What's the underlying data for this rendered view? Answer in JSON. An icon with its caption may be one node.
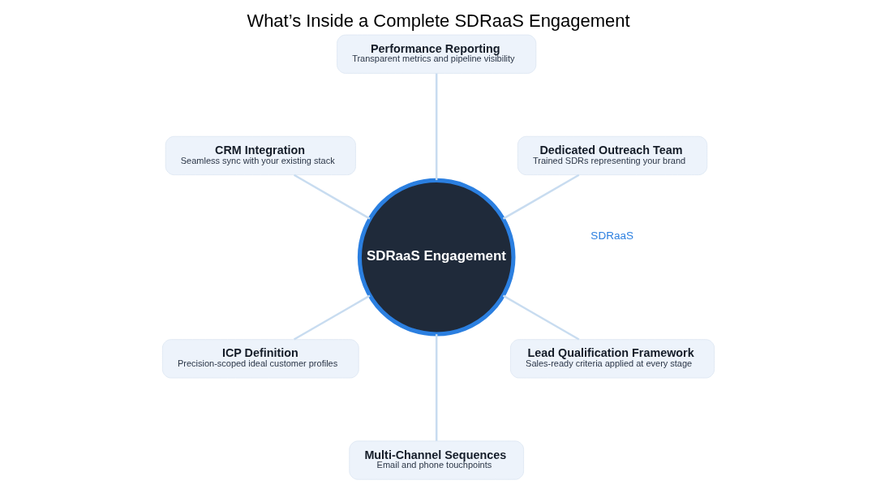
{
  "diagram": {
    "title": "What’s Inside a Complete SDRaaS Engagement",
    "nodes": [
      {
        "text": [
          "SDRaaS Engagement"
        ]
      },
      {
        "text": [
          "Dedicated Outreach Team",
          "Trained SDRs representing your brand"
        ]
      },
      {
        "text": [
          "Performance Reporting",
          "Transparent metrics and pipeline visibility"
        ]
      },
      {
        "text": [
          "CRM Integration",
          "Seamless sync with your existing stack"
        ]
      },
      {
        "text": [
          "ICP Definition",
          "Precision-scoped ideal customer profiles"
        ]
      },
      {
        "text": [
          "Multi-Channel Sequences",
          "Email and phone touchpoints"
        ]
      },
      {
        "text": [
          "Lead Qualification Framework",
          "Sales-ready criteria applied at every stage"
        ]
      }
    ],
    "edges": [
      {
        "from": 0,
        "to": 1,
        "arrow": "none"
      },
      {
        "from": 0,
        "to": 2,
        "arrow": "none"
      },
      {
        "from": 0,
        "to": 3,
        "arrow": "none"
      },
      {
        "from": 0,
        "to": 4,
        "arrow": "none"
      },
      {
        "from": 0,
        "to": 5,
        "arrow": "none"
      },
      {
        "from": 0,
        "to": 6,
        "arrow": "none"
      }
    ],
    "labels": [
      "SDRaaS"
    ]
  }
}
